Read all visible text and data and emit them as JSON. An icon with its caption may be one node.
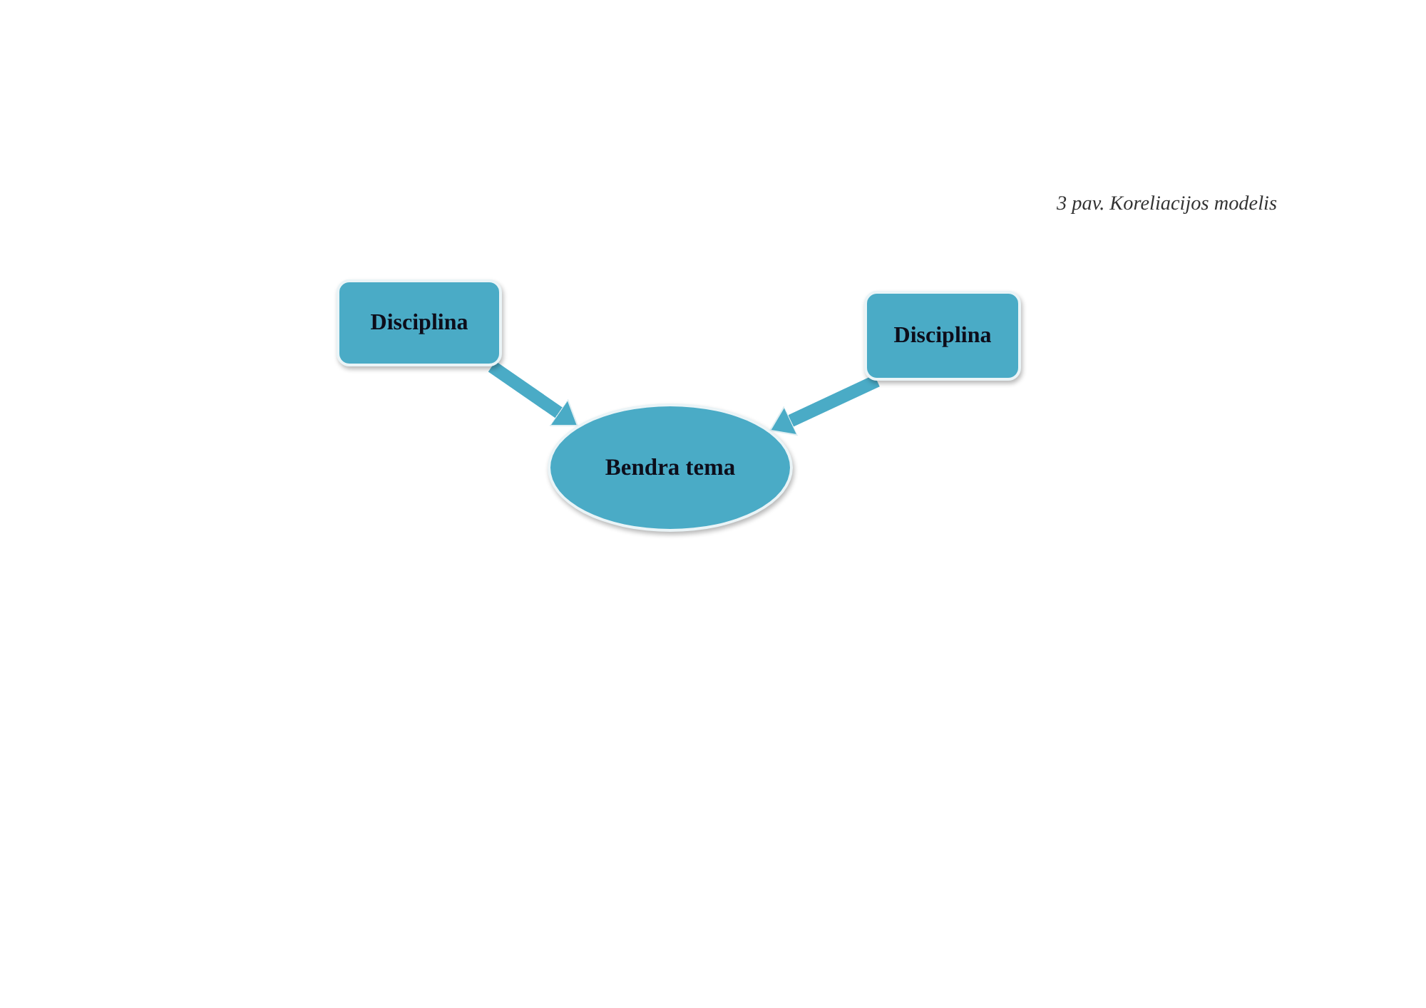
{
  "diagram": {
    "caption": "3 pav. Koreliacijos modelis",
    "nodes": [
      {
        "text": [
          "Disciplina"
        ]
      },
      {
        "text": [
          "Disciplina"
        ]
      },
      {
        "text": [
          "Bendra tema"
        ]
      }
    ],
    "edges": [
      {
        "from": 0,
        "to": 2,
        "arrow": "to"
      },
      {
        "from": 1,
        "to": 2,
        "arrow": "to"
      }
    ]
  }
}
